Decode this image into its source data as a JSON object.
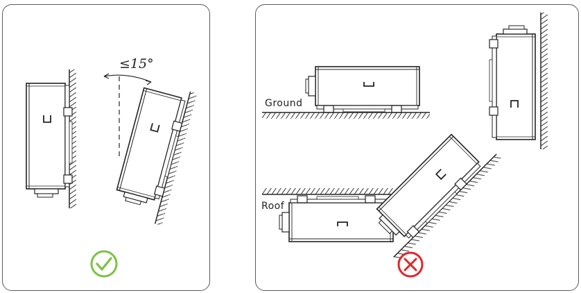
{
  "correct": {
    "angle_label": "≤15°",
    "status_icon": "check-circle-icon",
    "status_color": "#7dc142"
  },
  "incorrect": {
    "ground_label": "Ground",
    "roof_label": "Roof",
    "status_icon": "x-circle-icon",
    "status_color": "#e2242b"
  }
}
